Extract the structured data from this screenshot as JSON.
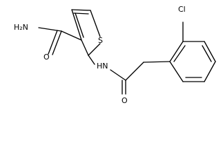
{
  "molecule": {
    "atoms": {
      "nh2": "H₂N",
      "o_amide": "O",
      "s": "S",
      "nh": "HN",
      "o_acyl": "O",
      "cl": "Cl"
    }
  }
}
